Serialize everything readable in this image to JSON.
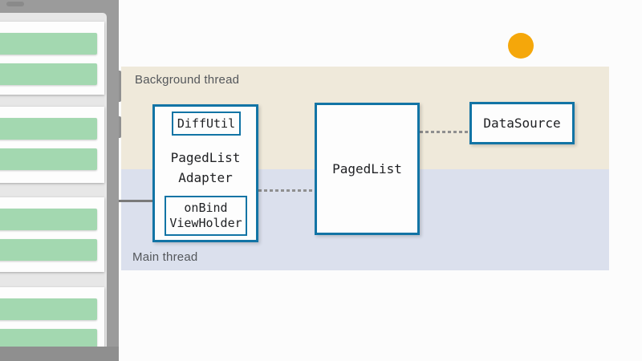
{
  "colors": {
    "teal": "#1274A5",
    "ink": "#202124",
    "label": "#54575B",
    "tan": "#EFE9DA",
    "blue": "#DBE0ED",
    "orange": "#F5A70A",
    "green": "#A3D8B0",
    "frame": "#9B9B9B",
    "frame-dark": "#8F8F8F",
    "screen": "#E7E7E7",
    "card": "#FDFDFD",
    "slide": "#FCFCFC",
    "dash": "#8F8F8F",
    "line": "#7A7A7A"
  },
  "slide": {
    "background_thread_label": "Background thread",
    "main_thread_label": "Main thread"
  },
  "boxes": {
    "adapter": {
      "title_line1": "PagedList",
      "title_line2": "Adapter",
      "diffutil_label": "DiffUtil",
      "onbind_line1": "onBind",
      "onbind_line2": "ViewHolder"
    },
    "pagedlist": {
      "label": "PagedList"
    },
    "datasource": {
      "label": "DataSource"
    }
  },
  "phone": {
    "cards": [
      {
        "bars": 2
      },
      {
        "bars": 2
      },
      {
        "bars": 2
      },
      {
        "bars": 2
      }
    ]
  }
}
